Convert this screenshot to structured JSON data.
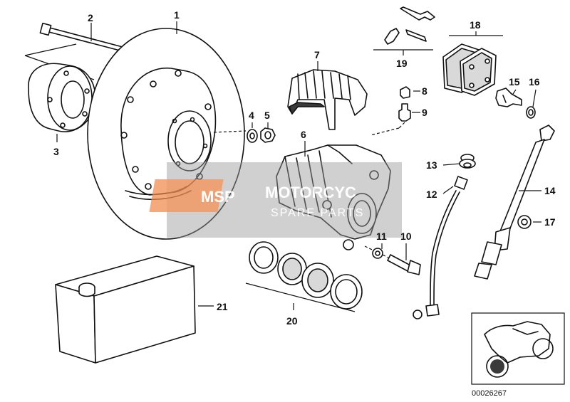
{
  "callouts": [
    "1",
    "2",
    "3",
    "4",
    "5",
    "6",
    "7",
    "8",
    "9",
    "10",
    "11",
    "12",
    "13",
    "14",
    "15",
    "16",
    "17",
    "18",
    "19",
    "20",
    "21"
  ],
  "watermark": {
    "logo": "MSP",
    "line1": "MOTORCYC",
    "line2": "SPARE PARTS"
  },
  "reference_number": "00026267",
  "colors": {
    "line": "#111111",
    "watermark_orange": "#f08a4b",
    "watermark_gray": "#9a9a9a"
  }
}
